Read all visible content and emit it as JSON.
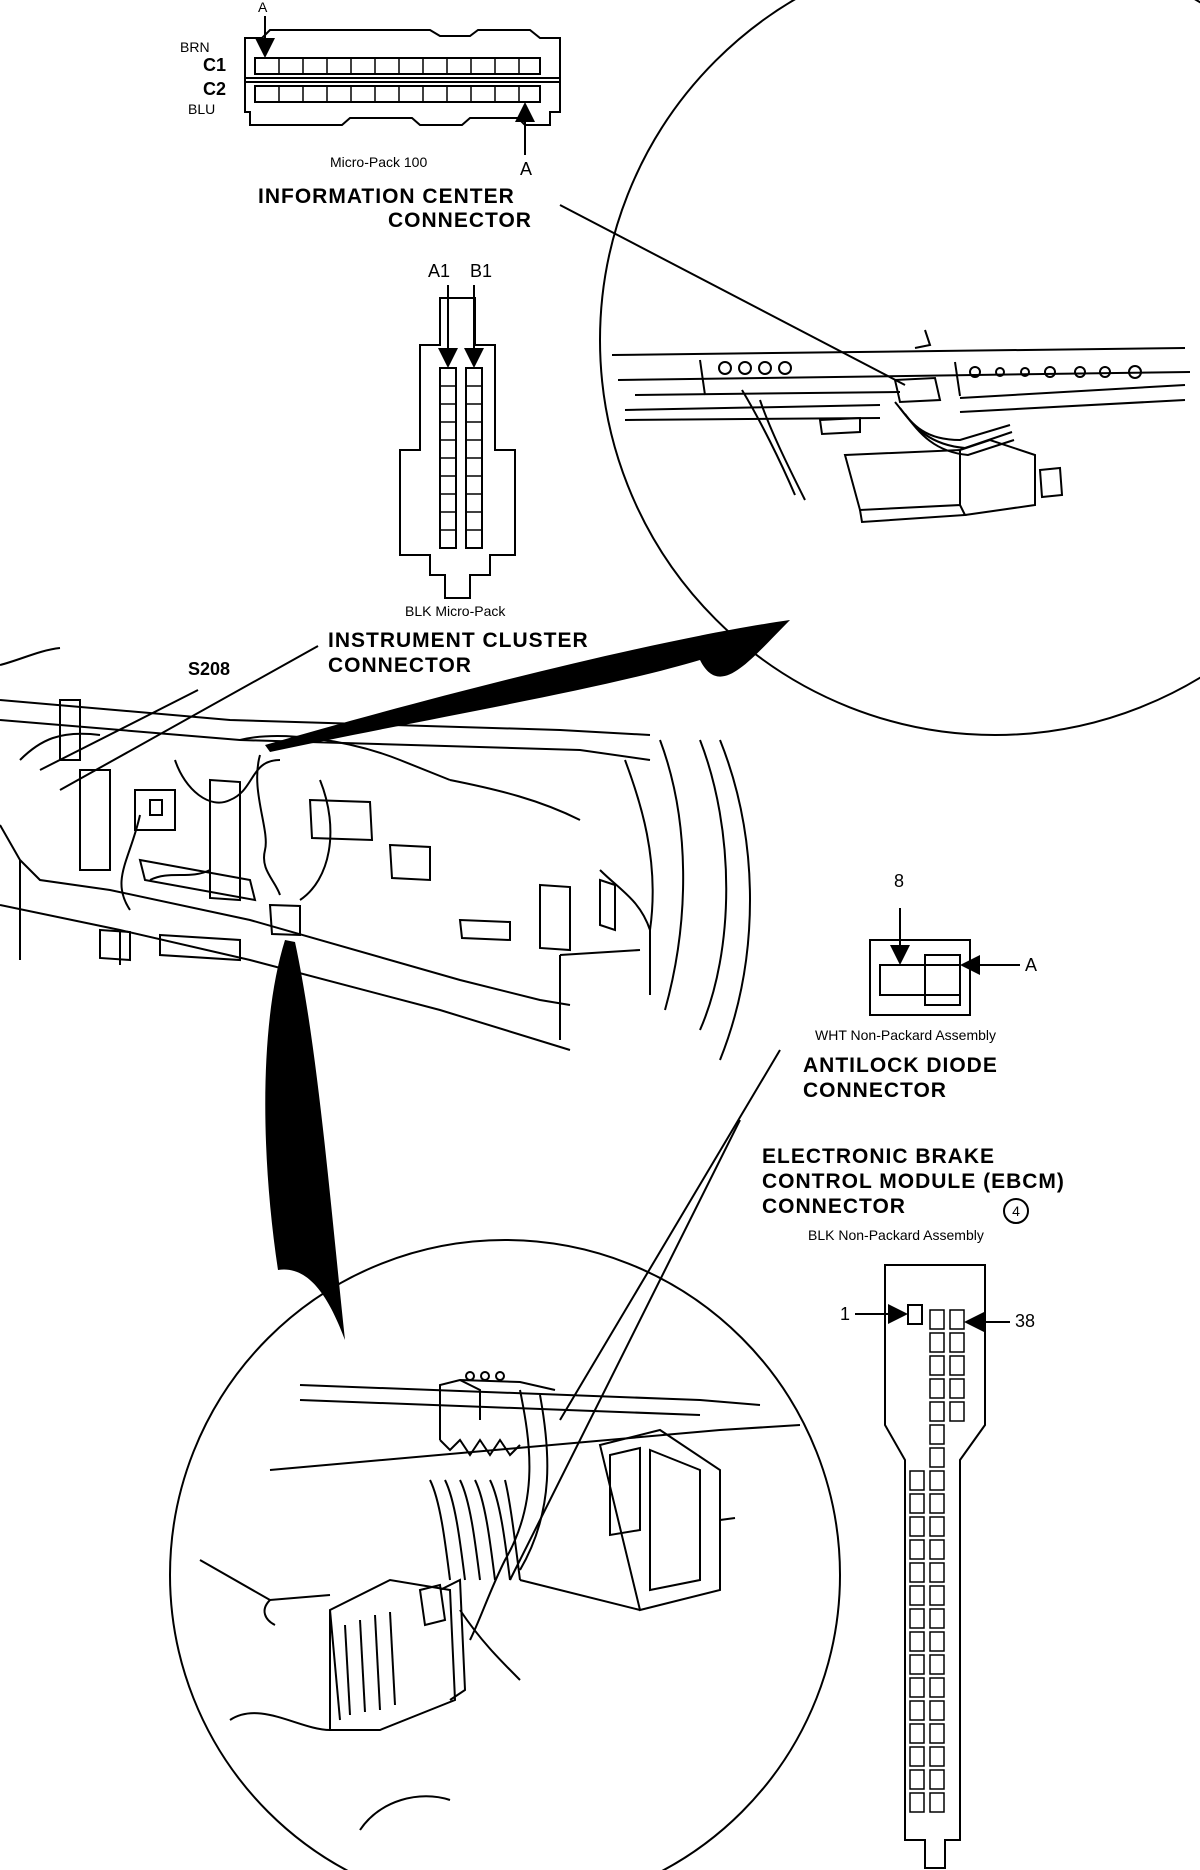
{
  "information_center": {
    "pin_top": "A",
    "pin_bottom": "A",
    "row1_color": "BRN",
    "row1_id": "C1",
    "row2_id": "C2",
    "row2_color": "BLU",
    "connector_type": "Micro-Pack 100",
    "title_line1": "INFORMATION CENTER",
    "title_line2": "CONNECTOR"
  },
  "instrument_cluster": {
    "pin_a": "A1",
    "pin_b": "B1",
    "connector_type": "BLK Micro-Pack",
    "title_line1": "INSTRUMENT CLUSTER",
    "title_line2": "CONNECTOR",
    "splice": "S208"
  },
  "antilock_diode": {
    "pin_8": "8",
    "pin_a": "A",
    "connector_type": "WHT Non-Packard Assembly",
    "title_line1": "ANTILOCK DIODE",
    "title_line2": "CONNECTOR"
  },
  "ebcm": {
    "title_line1": "ELECTRONIC BRAKE",
    "title_line2": "CONTROL MODULE (EBCM)",
    "title_line3": "CONNECTOR",
    "note_number": "4",
    "connector_type": "BLK Non-Packard Assembly",
    "pin_first": "1",
    "pin_last": "38"
  }
}
